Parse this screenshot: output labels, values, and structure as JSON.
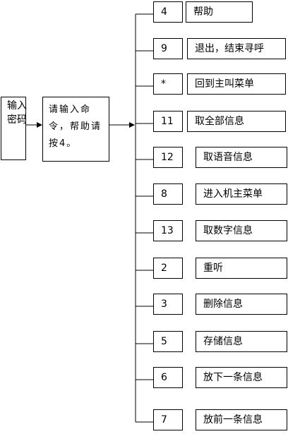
{
  "start_box": {
    "label": "输入\n密码"
  },
  "prompt_box": {
    "label": "请输入命令，帮助请按4。"
  },
  "menu": [
    {
      "code": "4",
      "label": "帮助"
    },
    {
      "code": "9",
      "label": "退出，结束寻呼"
    },
    {
      "code": "*",
      "label": "回到主叫菜单"
    },
    {
      "code": "11",
      "label": "取全部信息"
    },
    {
      "code": "12",
      "label": "取语音信息"
    },
    {
      "code": "8",
      "label": "进入机主菜单"
    },
    {
      "code": "13",
      "label": "取数字信息"
    },
    {
      "code": "2",
      "label": "重听"
    },
    {
      "code": "3",
      "label": "删除信息"
    },
    {
      "code": "5",
      "label": "存储信息"
    },
    {
      "code": "6",
      "label": "放下一条信息"
    },
    {
      "code": "7",
      "label": "放前一条信息"
    }
  ]
}
